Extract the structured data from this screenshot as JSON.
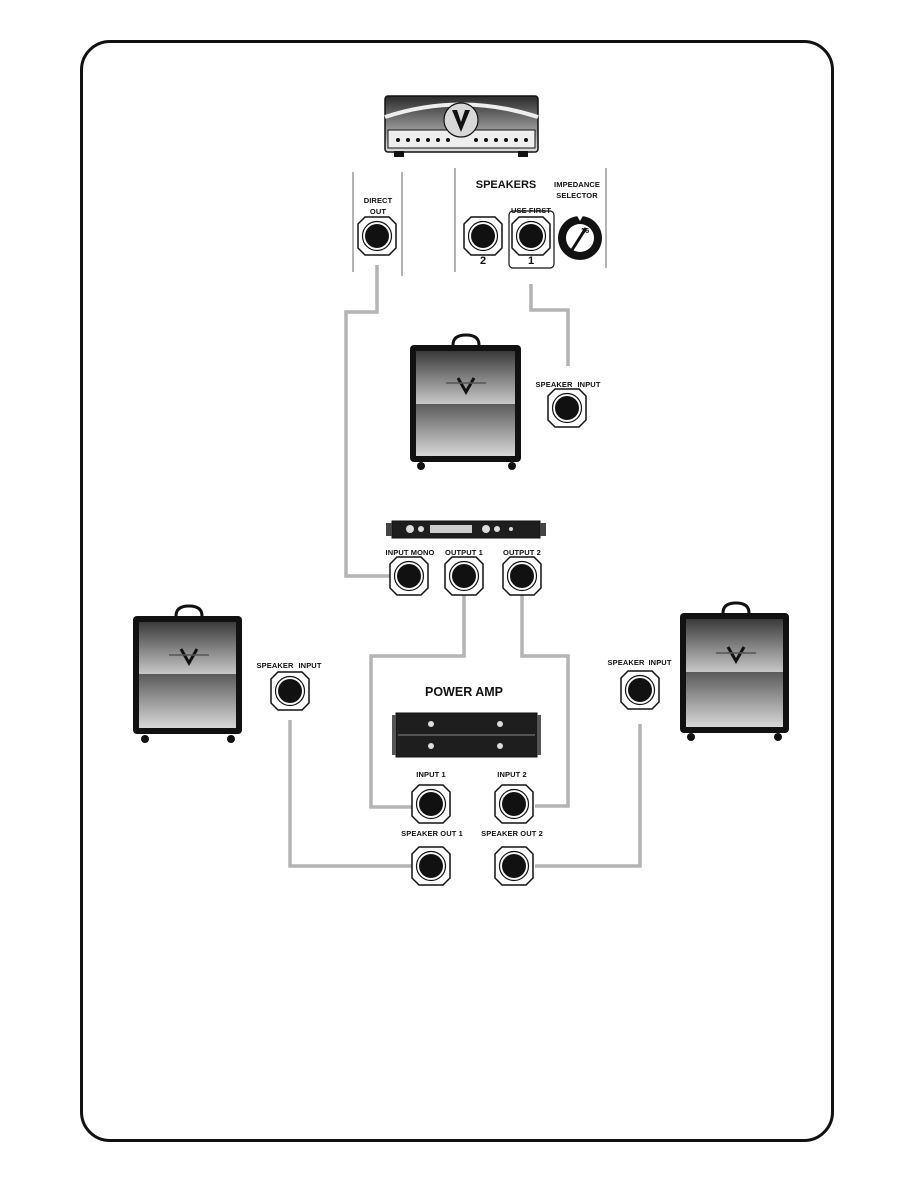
{
  "colors": {
    "cable": "#b4b4b4",
    "outline": "#111111",
    "panel_dark": "#1e1e1e"
  },
  "amp_head": {
    "icon": "amp-head-icon",
    "brand_icon": "v-logo-icon"
  },
  "direct_out": {
    "label_line1": "DIRECT",
    "label_line2": "OUT"
  },
  "speakers_panel": {
    "title": "SPEAKERS",
    "use_first": "USE FIRST",
    "jack_2_label": "2",
    "jack_1_label": "1",
    "impedance_label_line1": "IMPEDANCE",
    "impedance_label_line2": "SELECTOR",
    "impedance_value": "16"
  },
  "top_cabinet": {
    "speaker_label": "SPEAKER",
    "input_label": "INPUT"
  },
  "effects_unit": {
    "input_mono": "INPUT MONO",
    "output_1": "OUTPUT 1",
    "output_2": "OUTPUT 2"
  },
  "left_cabinet": {
    "speaker_label": "SPEAKER",
    "input_label": "INPUT"
  },
  "right_cabinet": {
    "speaker_label": "SPEAKER",
    "input_label": "INPUT"
  },
  "power_amp": {
    "title": "POWER AMP",
    "input_1": "INPUT 1",
    "input_2": "INPUT 2",
    "speaker_out_1": "SPEAKER OUT 1",
    "speaker_out_2": "SPEAKER OUT 2"
  }
}
